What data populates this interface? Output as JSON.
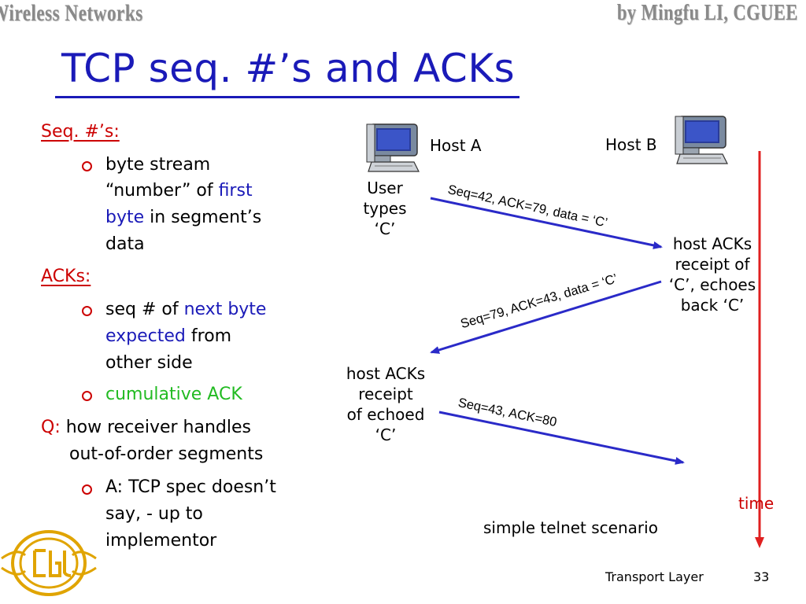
{
  "header": {
    "left": "Wireless Networks",
    "right": "by Mingfu LI, CGUEE"
  },
  "title": "TCP seq. #’s and ACKs",
  "left": {
    "seq_heading": "Seq. #’s:",
    "seq_bullet": {
      "l1": "byte stream",
      "l2a": "“number” of ",
      "l2b": "first",
      "l3a": "byte",
      "l3b": " in segment’s",
      "l4": "data"
    },
    "acks_heading": "ACKs:",
    "ack_bullet1": {
      "l1a": "seq # of ",
      "l1b": "next byte",
      "l2a": "expected",
      "l2b": " from",
      "l3": "other side"
    },
    "ack_bullet2": "cumulative ACK",
    "q_label": "Q:",
    "q_text1": " how receiver handles",
    "q_text2": "out-of-order segments",
    "q_bullet": {
      "l1": "A: TCP spec doesn’t",
      "l2": "say, - up to",
      "l3": "implementor"
    }
  },
  "diagram": {
    "host_a": "Host A",
    "host_b": "Host B",
    "user_types": [
      "User",
      "types",
      "‘C’"
    ],
    "msg1": "Seq=42, ACK=79, data = ‘C’",
    "b_note": [
      "host ACKs",
      "receipt of",
      "‘C’, echoes",
      "back ‘C’"
    ],
    "msg2": "Seq=79, ACK=43, data = ‘C’",
    "a_note": [
      "host ACKs",
      "receipt",
      "of echoed",
      "‘C’"
    ],
    "msg3": "Seq=43, ACK=80",
    "time": "time",
    "caption": "simple telnet scenario"
  },
  "footer": {
    "section": "Transport Layer",
    "page": "33"
  },
  "colors": {
    "title": "#1a1ab8",
    "accent_red": "#cc0000",
    "highlight_blue": "#1a1ab8",
    "green": "#22bb22",
    "header_gray": "#8a8a8a",
    "logo_gold": "#e0a400"
  }
}
